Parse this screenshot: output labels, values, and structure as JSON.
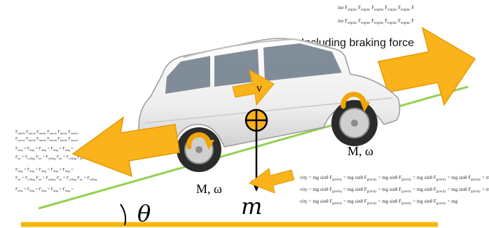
{
  "labels": {
    "braking": "Including braking force",
    "velocity": "v",
    "mass": "m",
    "angle": "θ",
    "torque_rear": "M, ω",
    "torque_front": "M, ω"
  },
  "equation_strips": {
    "engine": "ine F<sub>engine</sub> F<sub>engine</sub> F<sub>engine</sub> F<sub>engine</sub> F<sub>engine</sub> F",
    "inertia": "F<sub>inertia</sub> F<sub>inertia</sub> F<sub>inertia</sub> F<sub>inertia</sub> F<sub>inertia</sub> F<sub>inertia</sub>",
    "drag": "F<sub>drag</sub> = F<sub>drag</sub> = F<sub>drag</sub> = F<sub>drag</sub> = F<sub>drag</sub> =",
    "rolling": "F<sub>air</sub> + F<sub>rolling</sub> F<sub>air</sub> + F<sub>rolling</sub> F<sub>air</sub> + F<sub>rolling</sub> F<sub>air</sub> + F<sub>rolling</sub>",
    "gravity": "vity = mg sinθ F<sub>gravity</sub> = mg sinθ F<sub>gravity</sub> = mg sinθ F<sub>gravity</sub> = mg sinθ F<sub>gravity</sub> = mg"
  },
  "colors": {
    "arrow_fill": "#FBB31B",
    "arrow_stroke": "#E29A00",
    "road": "#92D050",
    "ground": "#F6B800",
    "car_body": "#F2F2F2",
    "glass": "#6B7A88"
  }
}
